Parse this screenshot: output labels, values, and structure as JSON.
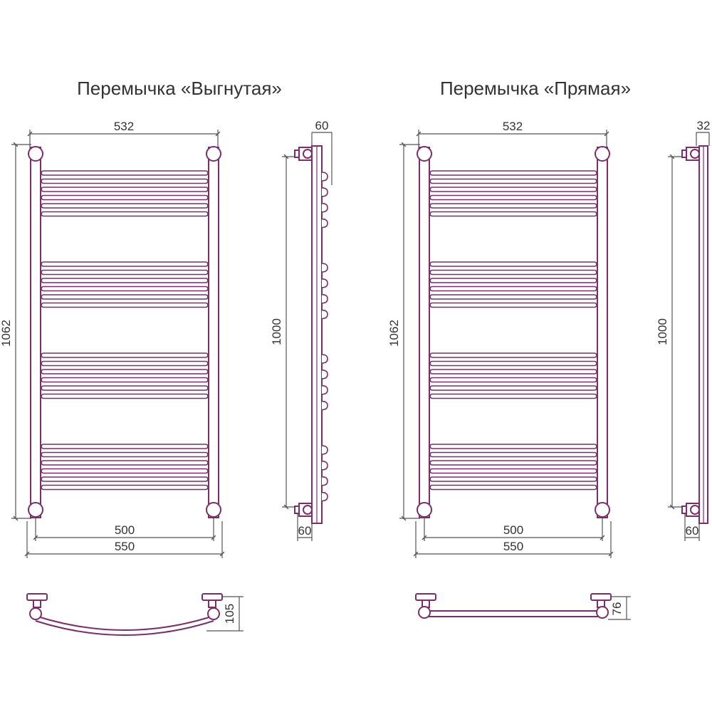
{
  "colors": {
    "pipe": "#7a2f6a",
    "dimension": "#555555",
    "text": "#333333"
  },
  "variants": [
    {
      "title": "Перемычка «Выгнутая»",
      "dims": {
        "top_width": "532",
        "height": "1062",
        "axis_width": "500",
        "overall_width": "550",
        "side_depth": "60",
        "side_height": "1000",
        "side_mount": "60",
        "bottom_depth": "105"
      }
    },
    {
      "title": "Перемычка «Прямая»",
      "dims": {
        "top_width": "532",
        "height": "1062",
        "axis_width": "500",
        "overall_width": "550",
        "side_depth": "32",
        "side_height": "1000",
        "side_mount": "60",
        "bottom_depth": "76"
      }
    }
  ],
  "rail": {
    "bar_groups": 4,
    "bars_per_group": 6
  }
}
